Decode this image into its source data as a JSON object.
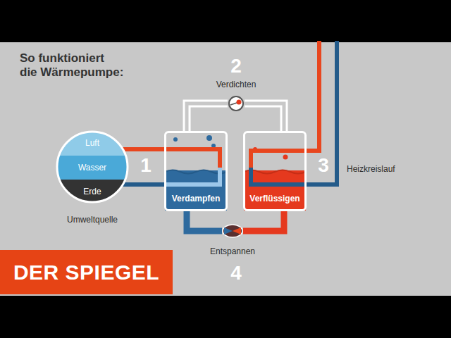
{
  "diagram": {
    "title": "So funktioniert die Wärmepumpe:",
    "nodes": [
      {
        "text": [
          "Umweltquelle"
        ]
      },
      {
        "text": [
          "Luft"
        ],
        "in": 0
      },
      {
        "text": [
          "Wasser"
        ],
        "in": 0
      },
      {
        "text": [
          "Erde"
        ],
        "in": 0
      },
      {
        "text": [
          "Verdampfen"
        ]
      },
      {
        "text": [
          "Verflüssigen"
        ]
      },
      {
        "text": [
          "Verdichten"
        ]
      },
      {
        "text": [
          "Entspannen"
        ]
      }
    ],
    "edges": [
      {
        "from": 0,
        "to": 4,
        "arrow": "none"
      },
      {
        "from": 0,
        "to": 4,
        "arrow": "none"
      },
      {
        "from": 4,
        "to": 6,
        "arrow": "none"
      },
      {
        "from": 6,
        "to": 5,
        "arrow": "none"
      },
      {
        "from": 5,
        "to": 7,
        "arrow": "none"
      },
      {
        "from": 7,
        "to": 4,
        "arrow": "none"
      }
    ],
    "labels": [
      "2",
      "1",
      "3",
      "Heizkreislauf",
      "4",
      "DER SPIEGEL"
    ]
  }
}
